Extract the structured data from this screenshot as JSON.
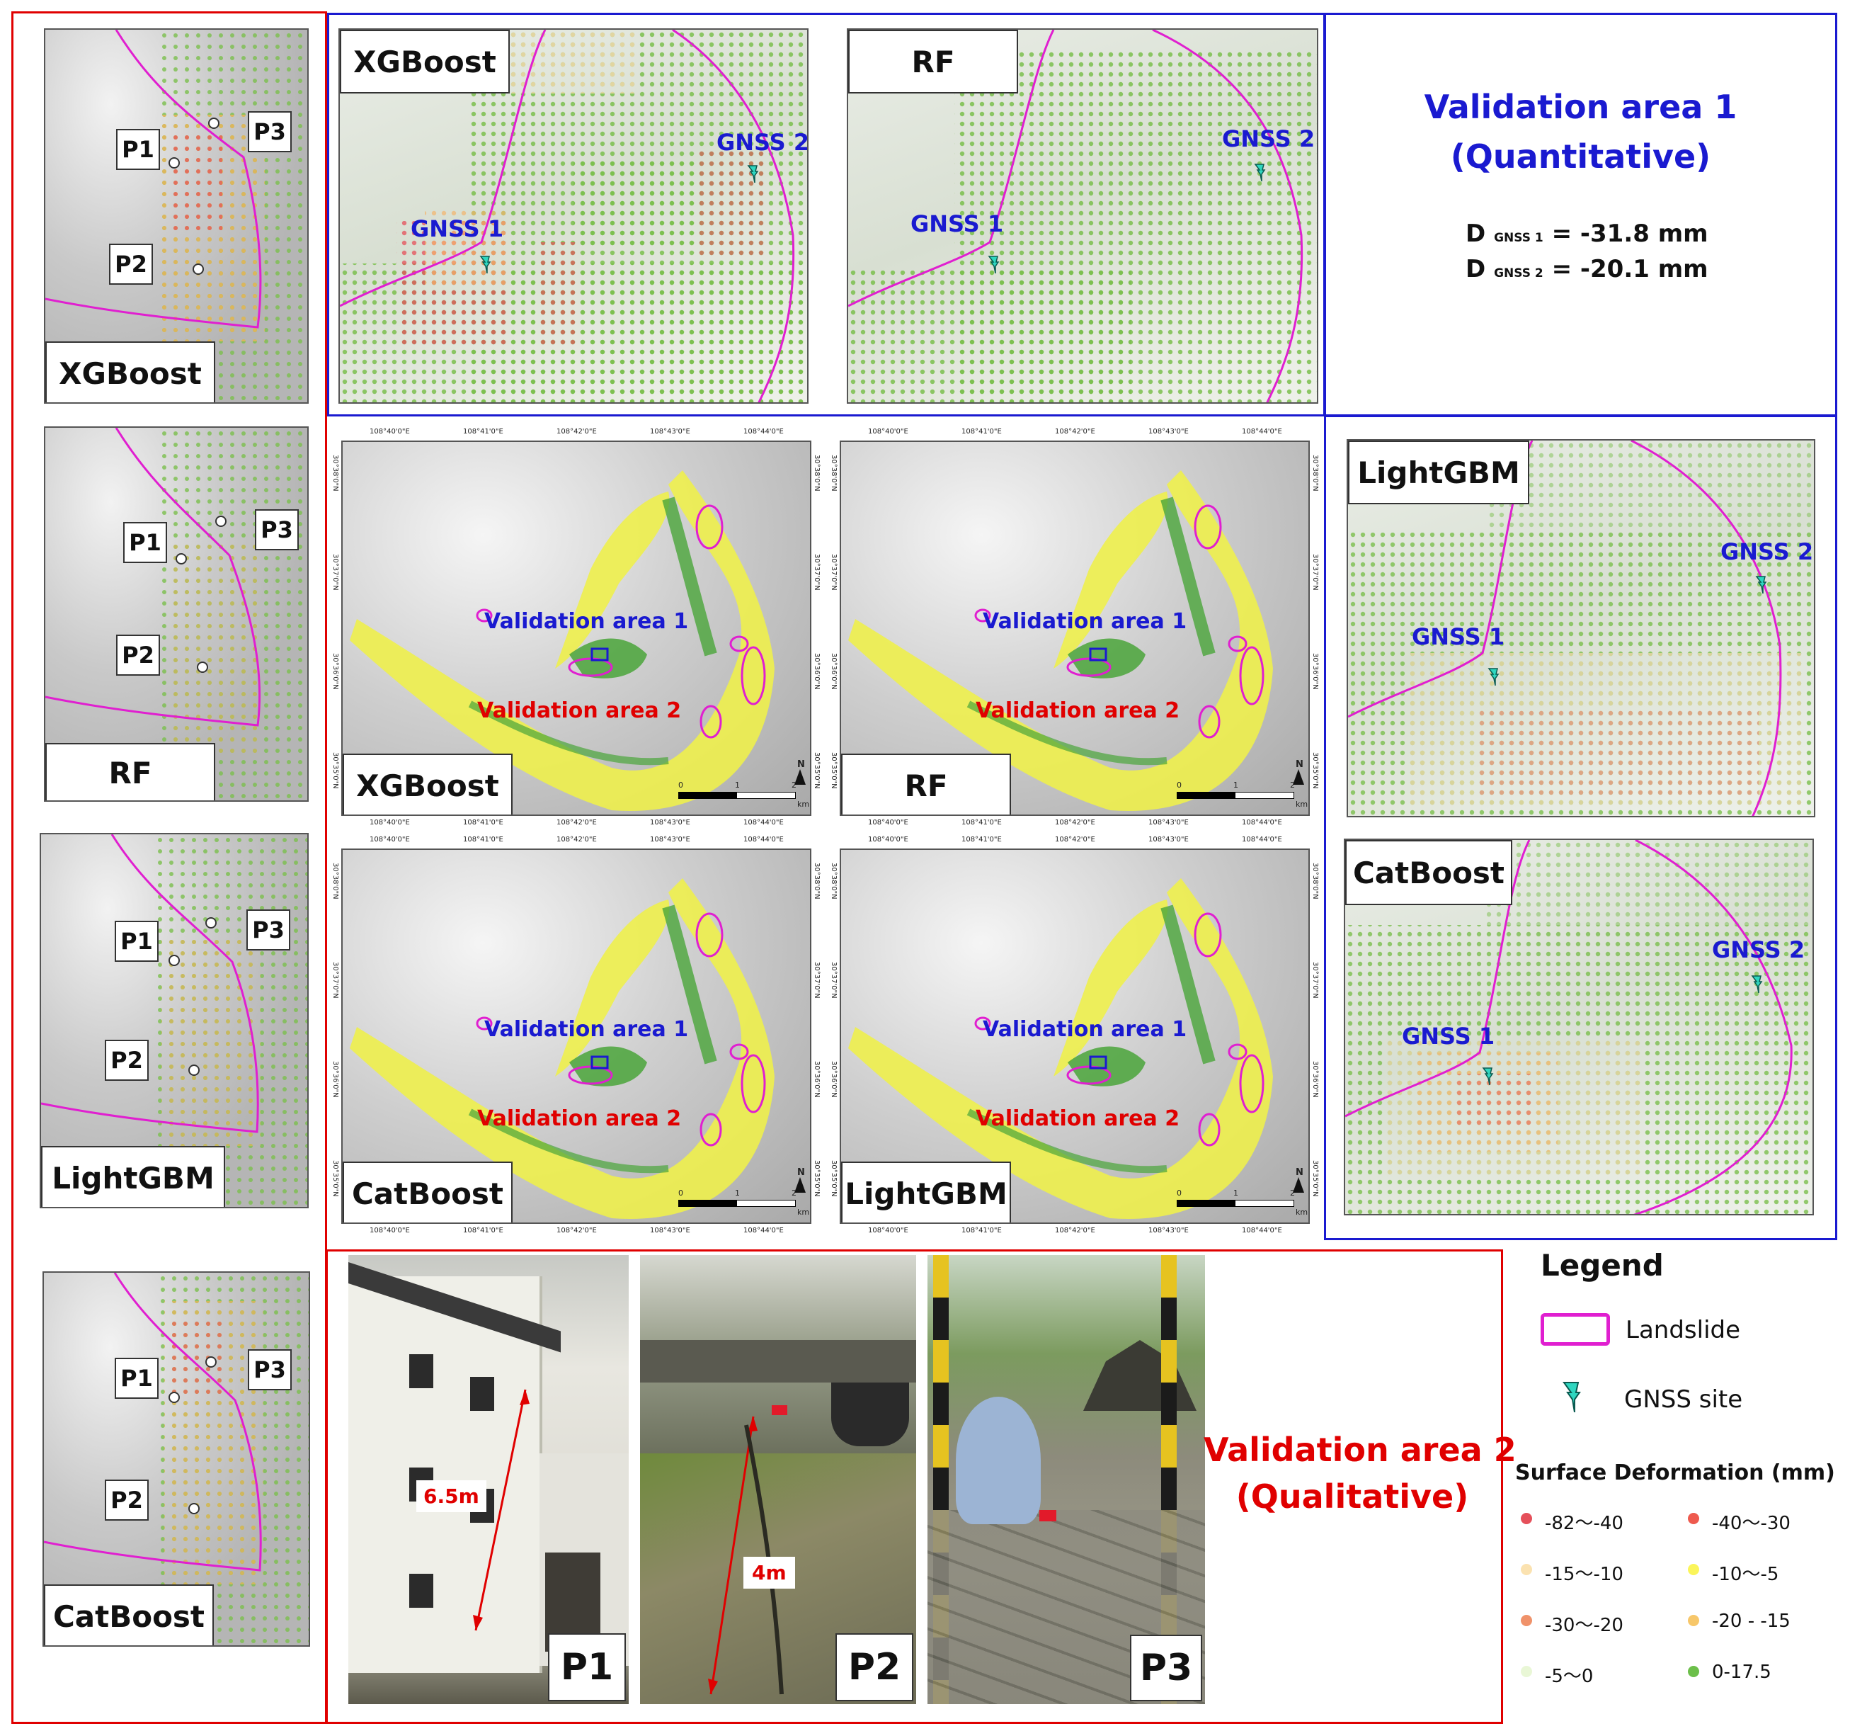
{
  "left_panels": [
    {
      "model": "XGBoost",
      "points": [
        "P1",
        "P2",
        "P3"
      ]
    },
    {
      "model": "RF",
      "points": [
        "P1",
        "P2",
        "P3"
      ]
    },
    {
      "model": "LightGBM",
      "points": [
        "P1",
        "P2",
        "P3"
      ]
    },
    {
      "model": "CatBoost",
      "points": [
        "P1",
        "P2",
        "P3"
      ]
    }
  ],
  "gnss_panels": [
    {
      "model": "XGBoost",
      "gnss1": "GNSS 1",
      "gnss2": "GNSS 2"
    },
    {
      "model": "RF",
      "gnss1": "GNSS 1",
      "gnss2": "GNSS 2"
    },
    {
      "model": "LightGBM",
      "gnss1": "GNSS 1",
      "gnss2": "GNSS 2"
    },
    {
      "model": "CatBoost",
      "gnss1": "GNSS 1",
      "gnss2": "GNSS 2"
    }
  ],
  "validation1": {
    "title_line1": "Validation area 1",
    "title_line2": "(Quantitative)",
    "d1_prefix": "D",
    "d1_sub": "GNSS 1",
    "d1_value": "= -31.8 mm",
    "d2_prefix": "D",
    "d2_sub": "GNSS 2",
    "d2_value": "= -20.1 mm"
  },
  "overview_maps": [
    {
      "model": "XGBoost",
      "va1": "Validation area 1",
      "va2": "Validation area 2"
    },
    {
      "model": "RF",
      "va1": "Validation area 1",
      "va2": "Validation area 2"
    },
    {
      "model": "CatBoost",
      "va1": "Validation area 1",
      "va2": "Validation area 2"
    },
    {
      "model": "LightGBM",
      "va1": "Validation area 1",
      "va2": "Validation area 2"
    }
  ],
  "map_axis": {
    "lon_ticks": [
      "108°40'0\"E",
      "108°41'0\"E",
      "108°42'0\"E",
      "108°43'0\"E",
      "108°44'0\"E"
    ],
    "lat_ticks": [
      "30°38'0\"N",
      "30°37'0\"N",
      "30°36'0\"N",
      "30°35'0\"N"
    ],
    "scale_labels": [
      "0",
      "1",
      "2"
    ],
    "scale_unit": "km",
    "north": "N"
  },
  "photos": [
    {
      "label": "P1",
      "measure": "6.5m"
    },
    {
      "label": "P2",
      "measure": "4m"
    },
    {
      "label": "P3",
      "measure": ""
    }
  ],
  "validation2": {
    "line1": "Validation area 2",
    "line2": "(Qualitative)"
  },
  "legend": {
    "title": "Legend",
    "landslide": "Landslide",
    "gnss_site": "GNSS site",
    "deformation_title": "Surface Deformation (mm)",
    "classes": [
      {
        "label": "-82～-40",
        "color": "#e5505a"
      },
      {
        "label": "-40～-30",
        "color": "#ee5a4e"
      },
      {
        "label": "-15～-10",
        "color": "#fbe2b0"
      },
      {
        "label": "-10～-5",
        "color": "#fbf55a"
      },
      {
        "label": "-30～-20",
        "color": "#f0926a"
      },
      {
        "label": "-20 - -15",
        "color": "#f7c76a"
      },
      {
        "label": "-5～0",
        "color": "#e9f7d6"
      },
      {
        "label": "0-17.5",
        "color": "#6cbf4a"
      }
    ]
  },
  "colors": {
    "landslide": "#e01fd0",
    "gnss_marker": "#2fd6c0",
    "frame_red": "#e00000",
    "frame_blue": "#1a1ad0"
  }
}
